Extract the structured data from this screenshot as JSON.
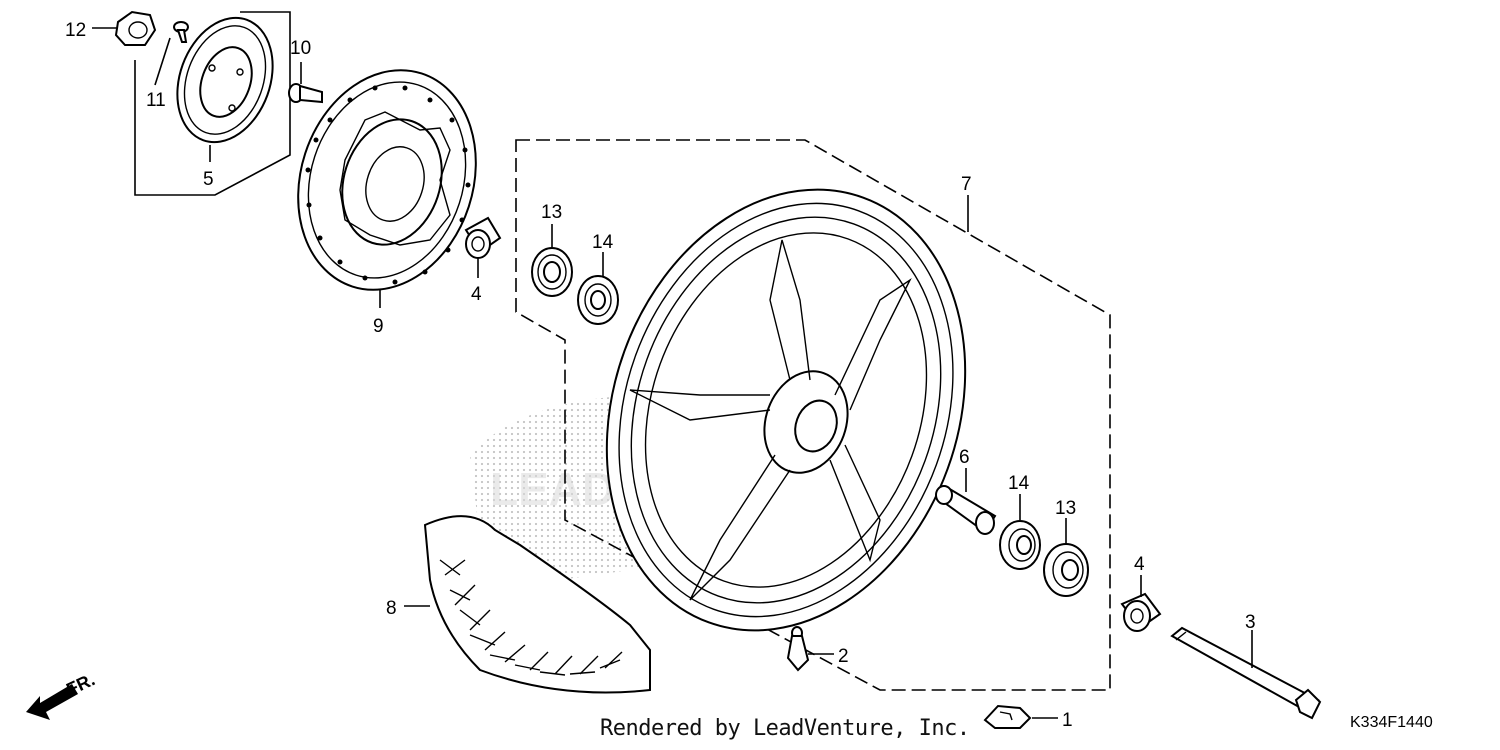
{
  "diagram": {
    "credit": "Rendered by LeadVenture, Inc.",
    "code": "K334F1440",
    "direction_label": "FR.",
    "watermark": "LEADVENTURE",
    "callouts": {
      "nut": "12",
      "bolt_small": "11",
      "pulser_ring": "5",
      "disc_bolt": "10",
      "brake_disc": "9",
      "collar_left": "4",
      "bearing_left_13": "13",
      "bearing_left_14": "14",
      "wheel": "7",
      "distance_collar": "6",
      "seal_right_14": "14",
      "bearing_right_13": "13",
      "collar_right": "4",
      "axle": "3",
      "valve": "2",
      "weight": "1",
      "rim_band": "8"
    }
  }
}
